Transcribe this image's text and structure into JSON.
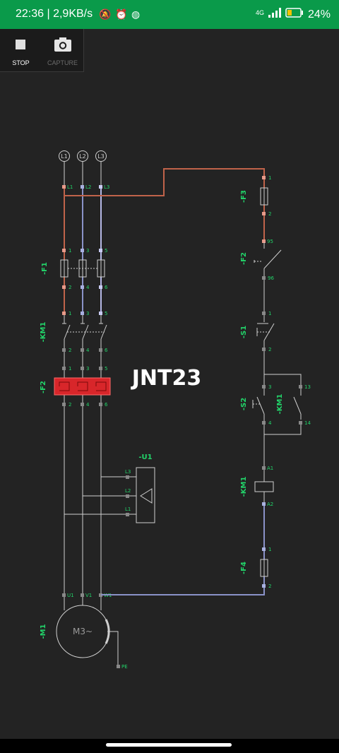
{
  "status_bar": {
    "time_speed": "22:36 | 2,9KB/s",
    "network": "4G",
    "battery": "24%",
    "background": "#0a9a4a"
  },
  "toolbar": {
    "stop_label": "STOP",
    "capture_label": "CAPTURE"
  },
  "diagram": {
    "title": "JNT23",
    "phases": [
      "L1",
      "L2",
      "L3"
    ],
    "labels": {
      "F1": "-F1",
      "KM1": "-KM1",
      "F2": "-F2",
      "M1": "-M1",
      "U1": "-U1",
      "F3": "-F3",
      "S1": "-S1",
      "S2": "-S2",
      "F4": "-F4",
      "motor": "M3~",
      "pe": "PE"
    },
    "terminals": {
      "phase_tops": [
        "L1",
        "L2",
        "L3"
      ],
      "f1_in": [
        "1",
        "3",
        "5"
      ],
      "f1_out": [
        "2",
        "4",
        "6"
      ],
      "km_in": [
        "1",
        "3",
        "5"
      ],
      "km_out": [
        "2",
        "4",
        "6"
      ],
      "f2_in": [
        "1",
        "3",
        "5"
      ],
      "f2_out": [
        "2",
        "4",
        "6"
      ],
      "motor": [
        "U1",
        "V1",
        "W1"
      ],
      "u1_in": [
        "L3",
        "L2",
        "L1"
      ],
      "f3": [
        "1",
        "2"
      ],
      "f2c": [
        "95",
        "96"
      ],
      "s1": [
        "1",
        "2"
      ],
      "s2": [
        "3",
        "4"
      ],
      "km_aux": [
        "13",
        "14"
      ],
      "coil": [
        "A1",
        "A2"
      ],
      "f4": [
        "1",
        "2"
      ]
    },
    "colors": {
      "wire": "#cfcfcf",
      "l1_wire": "#c0634a",
      "l2_wire": "#8a92c8",
      "l3_wire": "#b6b8e6",
      "control_top": "#c0634a",
      "control_bottom": "#8a92c8",
      "label_green": "#22d46a",
      "relay_red": "#d8262a"
    }
  }
}
